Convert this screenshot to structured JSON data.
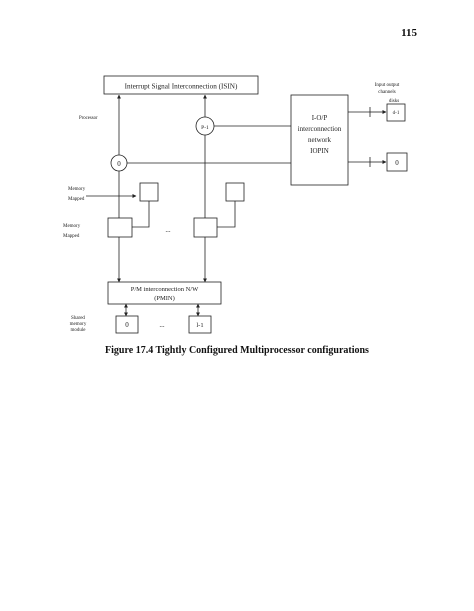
{
  "page_number": "115",
  "diagram": {
    "isin_label": "Interrupt Signal Interconnection (ISIN)",
    "iopin_label": [
      "I-O/P",
      "interconnection",
      "network",
      "IOPIN"
    ],
    "pmin_label": [
      "P/M interconnection N/W",
      "(PMIN)"
    ],
    "processor_label": "Processor",
    "processor_0": "0",
    "processor_n": "P-1",
    "memory_mapped_upper": [
      "Memory",
      "Mapped"
    ],
    "memory_mapped_lower": [
      "Memory",
      "Mapped"
    ],
    "io_channels_label": [
      "Input output",
      "channels"
    ],
    "disks_label": "disks",
    "disk_top": "d-1",
    "disk_bottom": "0",
    "shared_memory_label": [
      "Shared",
      "memory",
      "module"
    ],
    "memory_module_0": "0",
    "memory_module_last": "l-1",
    "ellipsis_mid": "...",
    "ellipsis_bottom": "..."
  },
  "caption": "Figure 17.4 Tightly Configured Multiprocessor configurations"
}
